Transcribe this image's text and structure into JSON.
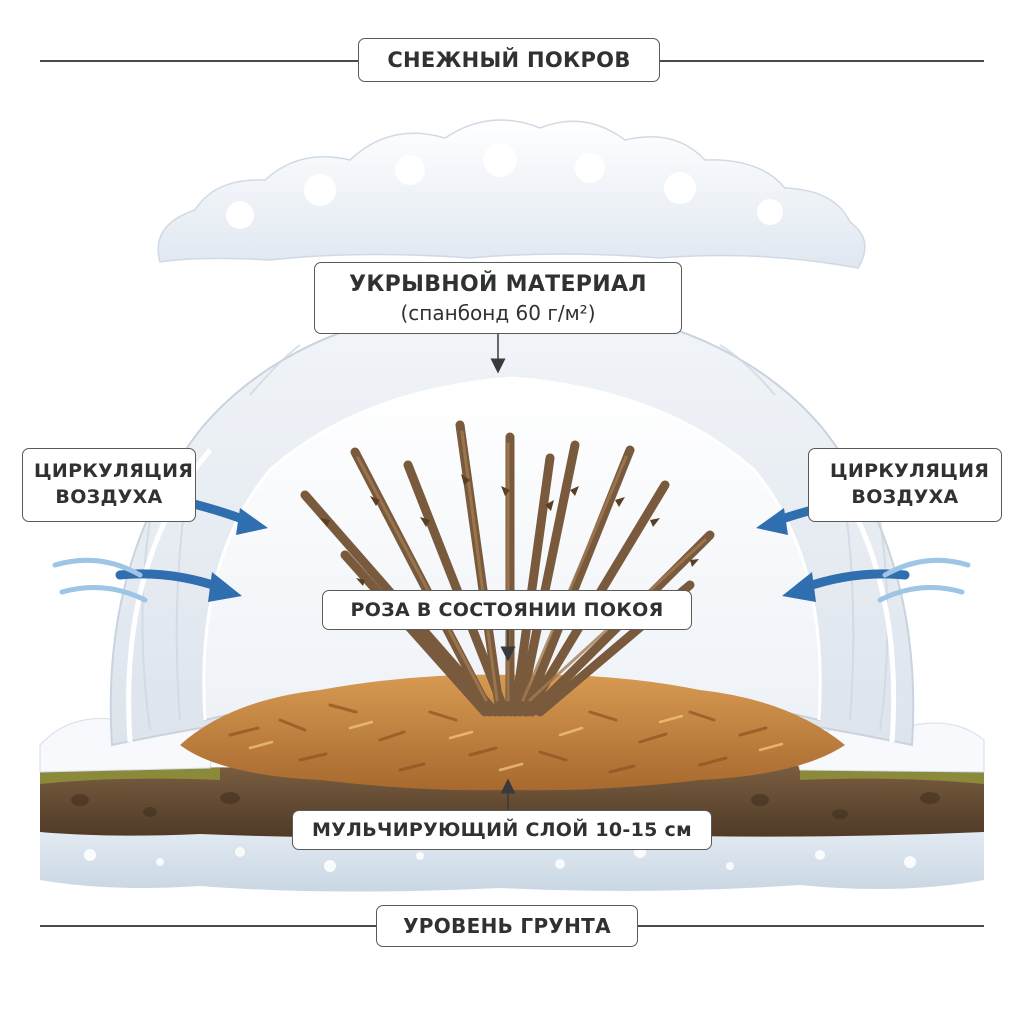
{
  "labels": {
    "snow_cover": "СНЕЖНЫЙ ПОКРОВ",
    "cover_material": "УКРЫВНОЙ МАТЕРИАЛ",
    "cover_material_sub": "(спанбонд 60 г/м²)",
    "air_left": "ЦИРКУЛЯЦИЯ ВОЗДУХА",
    "air_right": "ЦИРКУЛЯЦИЯ ВОЗДУХА",
    "rose_dormant": "РОЗА В СОСТОЯНИИ ПОКОЯ",
    "mulch_layer": "МУЛЬЧИРУЮЩИЙ СЛОЙ 10-15 см",
    "ground_level": "УРОВЕНЬ ГРУНТА"
  },
  "colors": {
    "snow": "#f4f7fb",
    "fabric": "#e9eef4",
    "mulch": "#c98b45",
    "soil": "#6b5138",
    "stems": "#7a5a3c",
    "arrow_blue": "#2f6fb0",
    "border": "#5a5a5a"
  }
}
